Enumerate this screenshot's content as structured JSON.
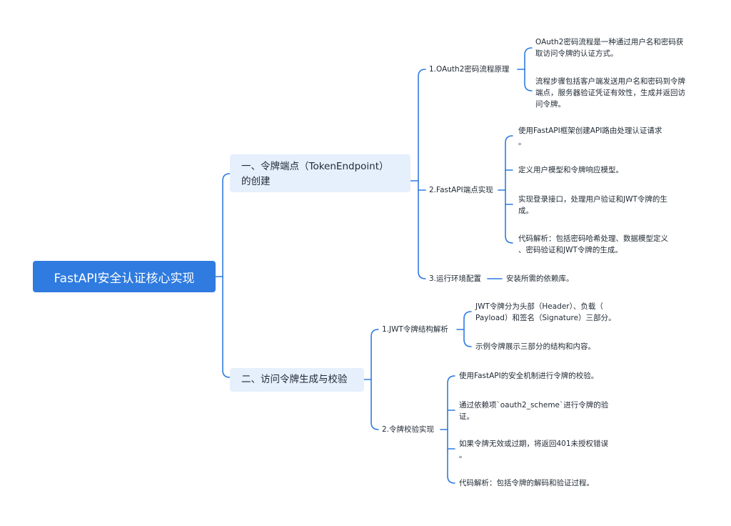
{
  "colors": {
    "accent": "#2f7be0",
    "branch_fill": "#e6effc",
    "line": "#2f7be0"
  },
  "root": {
    "label": "FastAPI安全认证核心实现"
  },
  "branches": [
    {
      "label_line1": "一、令牌端点（TokenEndpoint）",
      "label_line2": "的创建",
      "children": [
        {
          "label": "1.OAuth2密码流程原理",
          "leaves": [
            {
              "line1": "OAuth2密码流程是一种通过用户名和密码获",
              "line2": "取访问令牌的认证方式。"
            },
            {
              "line1": "流程步骤包括客户端发送用户名和密码到令牌",
              "line2": "端点，服务器验证凭证有效性，生成并返回访",
              "line3": "问令牌。"
            }
          ]
        },
        {
          "label": "2.FastAPI端点实现",
          "leaves": [
            {
              "line1": "使用FastAPI框架创建API路由处理认证请求",
              "line2": "。"
            },
            {
              "line1": "定义用户模型和令牌响应模型。"
            },
            {
              "line1": "实现登录接口，处理用户验证和JWT令牌的生",
              "line2": "成。"
            },
            {
              "line1": "代码解析：包括密码哈希处理、数据模型定义",
              "line2": "、密码验证和JWT令牌的生成。"
            }
          ]
        },
        {
          "label": "3.运行环境配置",
          "leaves": [
            {
              "line1": "安装所需的依赖库。"
            }
          ]
        }
      ]
    },
    {
      "label_line1": "二、访问令牌生成与校验",
      "children": [
        {
          "label": "1.JWT令牌结构解析",
          "leaves": [
            {
              "line1": "JWT令牌分为头部（Header）、负载（",
              "line2": "Payload）和签名（Signature）三部分。"
            },
            {
              "line1": "示例令牌展示三部分的结构和内容。"
            }
          ]
        },
        {
          "label": "2.令牌校验实现",
          "leaves": [
            {
              "line1": "使用FastAPI的安全机制进行令牌的校验。"
            },
            {
              "line1": "通过依赖项`oauth2_scheme`进行令牌的验",
              "line2": "证。"
            },
            {
              "line1": "如果令牌无效或过期，将返回401未授权错误",
              "line2": "。"
            },
            {
              "line1": "代码解析：包括令牌的解码和验证过程。"
            }
          ]
        }
      ]
    }
  ]
}
